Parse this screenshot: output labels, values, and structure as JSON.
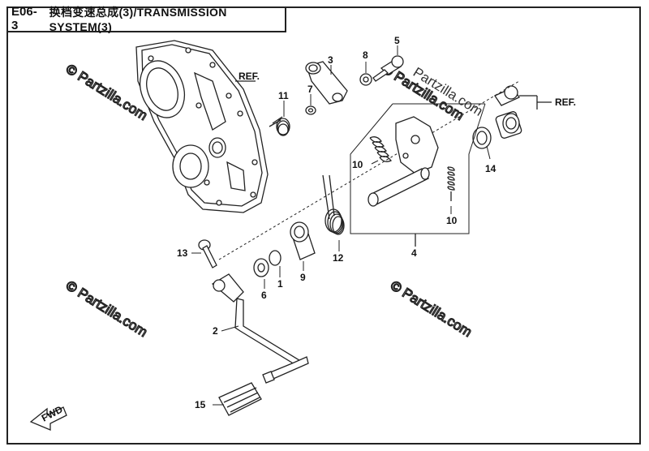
{
  "title": {
    "code": "E06-3",
    "text": "换档变速总成(3)/TRANSMISSION  SYSTEM(3)"
  },
  "watermark": "© Partzilla.com",
  "watermark_dark": "Partzilla.com",
  "labels": {
    "ref_left": "REF.",
    "ref_right": "REF.",
    "p1": "1",
    "p2": "2",
    "p3": "3",
    "p4": "4",
    "p5": "5",
    "p6": "6",
    "p7": "7",
    "p8": "8",
    "p9": "9",
    "p10a": "10",
    "p10b": "10",
    "p11": "11",
    "p12": "12",
    "p13": "13",
    "p14": "14",
    "p15": "15"
  },
  "fwd": "FWD",
  "colors": {
    "line": "#222222",
    "watermark": "#d6d6d6"
  }
}
